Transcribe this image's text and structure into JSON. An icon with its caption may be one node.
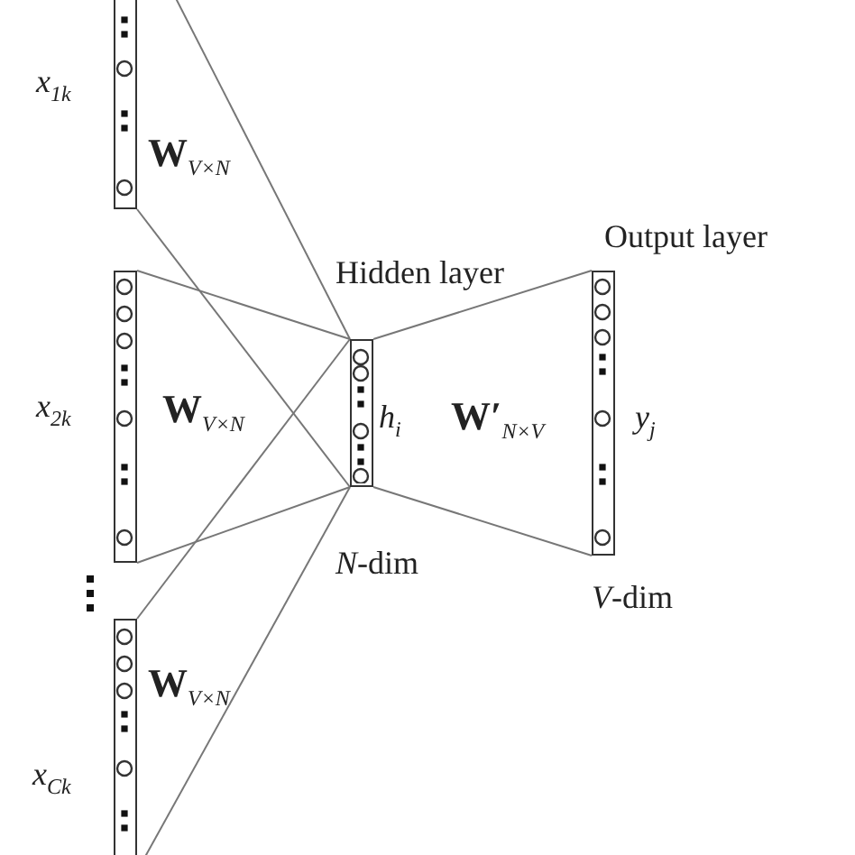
{
  "diagram": {
    "nodes": [
      {
        "text": [],
        "shape": "bar",
        "beside": [
          "x$_{1k}$"
        ]
      },
      {
        "text": [],
        "shape": "bar",
        "beside": [
          "x$_{2k}$"
        ]
      },
      {
        "text": [],
        "shape": "bar",
        "beside": [
          "x$_{Ck}$"
        ]
      },
      {
        "text": [],
        "shape": "bar",
        "beside": [
          "Hidden layer",
          "h$_{i}$",
          "*N*-dim"
        ]
      },
      {
        "text": [],
        "shape": "bar",
        "beside": [
          "Output layer",
          "y$_{j}$",
          "*V*-dim"
        ]
      }
    ],
    "edges": [
      {
        "from": 0,
        "to": 3,
        "arrow": "none",
        "label": "**W**$_{V×N}$"
      },
      {
        "from": 0,
        "to": 3,
        "arrow": "none"
      },
      {
        "from": 1,
        "to": 3,
        "arrow": "none"
      },
      {
        "from": 1,
        "to": 3,
        "arrow": "none"
      },
      {
        "from": 2,
        "to": 3,
        "arrow": "none",
        "label": "**W**$_{V×N}$"
      },
      {
        "from": 2,
        "to": 3,
        "arrow": "none",
        "label": "**W**$_{V×N}$"
      },
      {
        "from": 3,
        "to": 4,
        "arrow": "none",
        "label": "**W′**$_{N×V}$"
      },
      {
        "from": 3,
        "to": 4,
        "arrow": "none"
      }
    ]
  }
}
